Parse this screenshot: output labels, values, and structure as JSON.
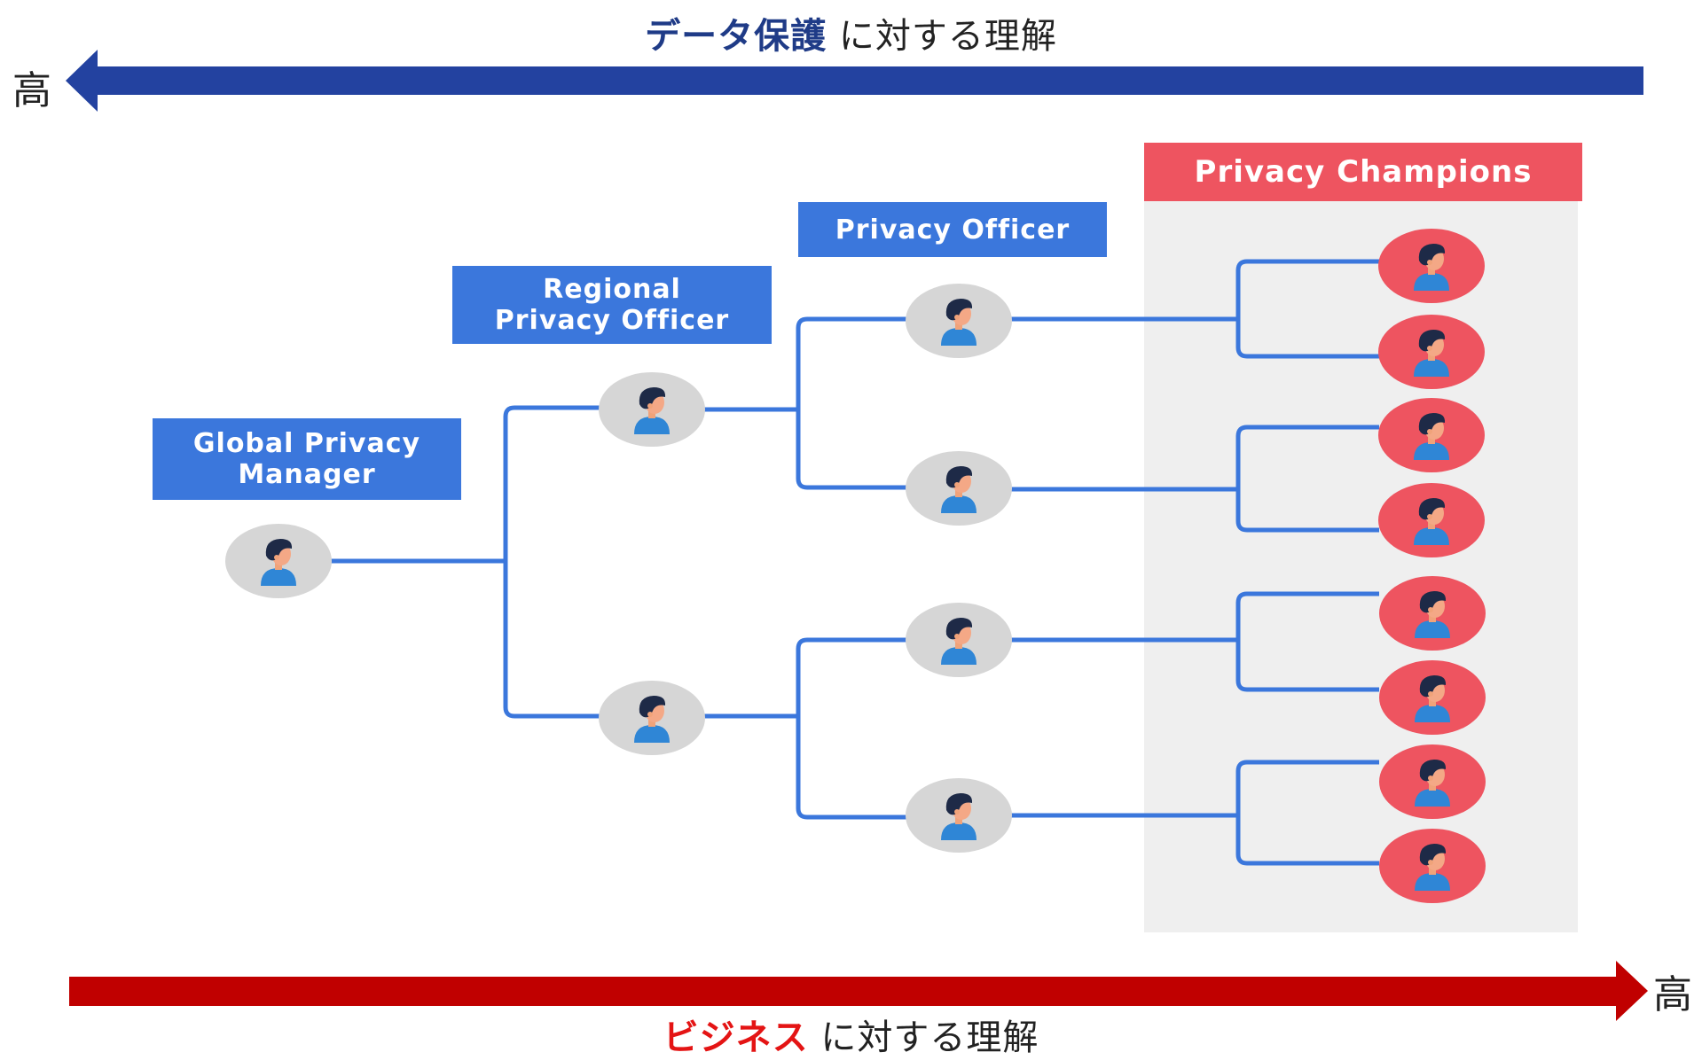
{
  "top_axis": {
    "emphasis": "データ保護",
    "rest": "に対する理解",
    "high_label": "高",
    "color": "#2342a0"
  },
  "bottom_axis": {
    "emphasis": "ビジネス",
    "rest": "に対する理解",
    "high_label": "高",
    "color": "#c00000"
  },
  "roles": {
    "global": [
      "Global Privacy",
      "Manager"
    ],
    "regional": [
      "Regional",
      "Privacy Officer"
    ],
    "officer": "Privacy Officer",
    "champions": "Privacy Champions"
  },
  "colors": {
    "connector": "#3b77dc",
    "role_box": "#3b77dc",
    "champion_box": "#ee5460",
    "person_grey_bg": "#d6d6d6",
    "person_red_bg": "#ee5460",
    "panel_bg": "#efefef"
  },
  "icons": {
    "person": "person-avatar-icon",
    "arrow_left": "arrow-left-icon",
    "arrow_right": "arrow-right-icon"
  }
}
